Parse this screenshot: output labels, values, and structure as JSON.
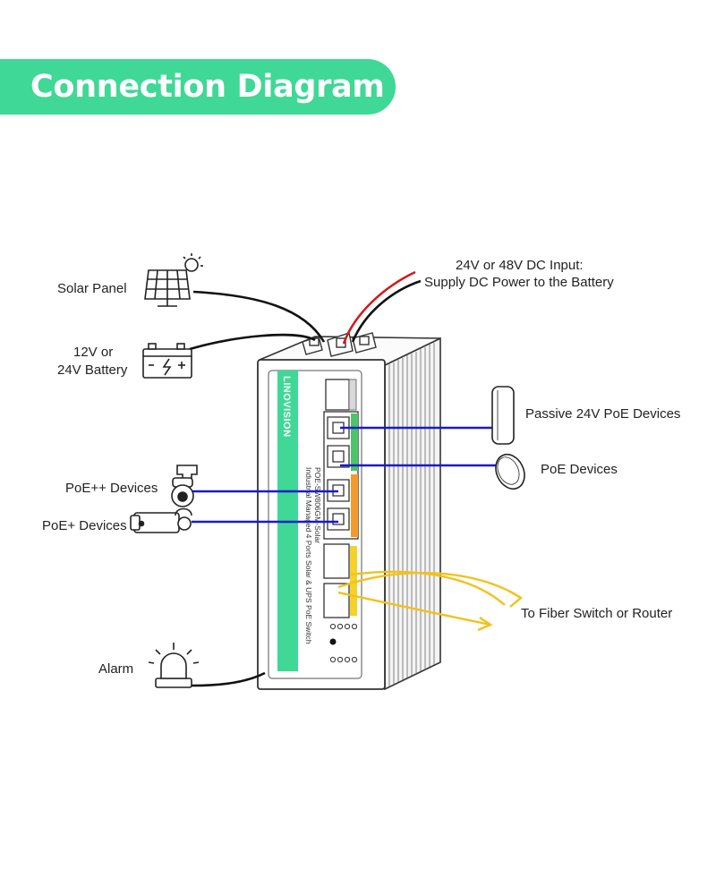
{
  "header": {
    "title": "Connection Diagram"
  },
  "labels": {
    "solar_panel": "Solar Panel",
    "battery_line1": "12V or",
    "battery_line2": "24V Battery",
    "dc_input_line1": "24V or 48V DC Input:",
    "dc_input_line2": "Supply DC Power to the Battery",
    "passive_poe": "Passive 24V PoE Devices",
    "poe_devices": "PoE Devices",
    "poe_pp_devices": "PoE++ Devices",
    "poe_plus_devices": "PoE+ Devices",
    "fiber": "To Fiber Switch or Router",
    "alarm": "Alarm"
  },
  "device": {
    "brand": "LINOVISION",
    "name_line1": "Industrial Managed 4 Ports Solar & UPS PoE Switch",
    "model": "POE-SW806GM-Solar"
  },
  "colors": {
    "banner": "#3fd897",
    "poe_line": "#1a1ac8",
    "fiber_line": "#f2c21c",
    "dc_positive": "#d21a1a",
    "cable": "#111111",
    "port_green": "#4cc46a",
    "port_orange": "#f39a2a",
    "sfp_yellow": "#f5d22a"
  }
}
